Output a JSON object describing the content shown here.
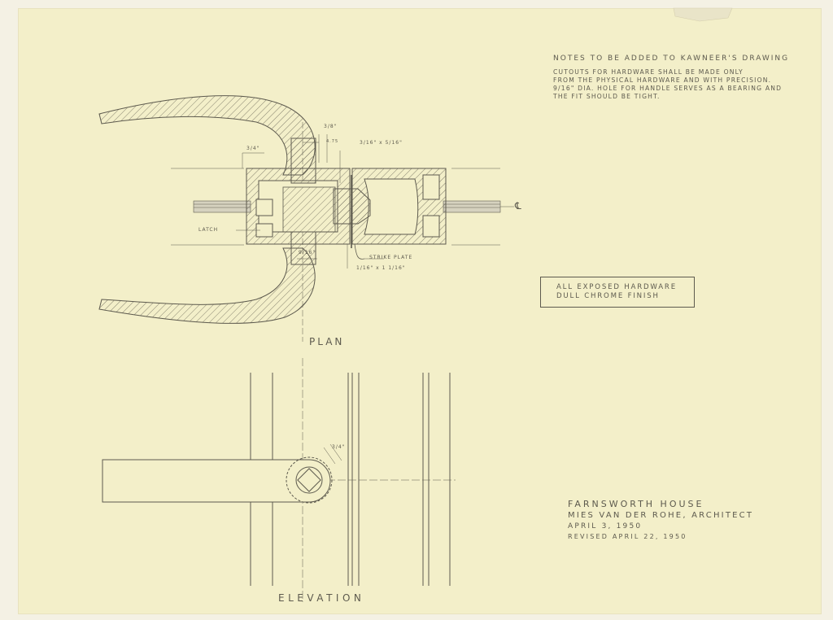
{
  "notes": {
    "title": "NOTES TO BE ADDED TO KAWNEER'S DRAWING",
    "lines": [
      "CUTOUTS FOR HARDWARE SHALL BE MADE ONLY",
      "FROM THE PHYSICAL HARDWARE AND WITH PRECISION.",
      "9/16\" DIA. HOLE FOR HANDLE SERVES AS A BEARING AND",
      "THE FIT SHOULD BE TIGHT."
    ]
  },
  "finish_box": {
    "line1": "ALL EXPOSED HARDWARE",
    "line2": "DULL CHROME FINISH"
  },
  "plan": {
    "label": "PLAN",
    "callouts": {
      "latch": "LATCH",
      "strike_plate": "STRIKE PLATE",
      "dim_top": "3/8\"",
      "dim_top_small": "4.75",
      "dim_right": "3/16\" x 5/16\"",
      "dim_left": "3/4\"",
      "dim_bottom": "9/16\"",
      "dim_strike": "1/16\" x 1 1/16\"",
      "centerline": "℄"
    }
  },
  "elevation": {
    "label": "ELEVATION",
    "dim": "3/4\""
  },
  "title_block": {
    "project": "FARNSWORTH HOUSE",
    "architect": "MIES VAN DER ROHE, ARCHITECT",
    "date": "APRIL 3, 1950",
    "revised": "REVISED APRIL 22, 1950"
  }
}
